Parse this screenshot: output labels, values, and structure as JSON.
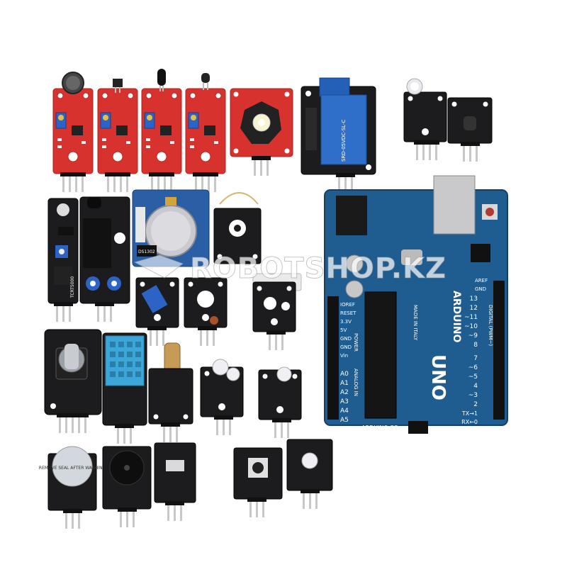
{
  "watermark": {
    "text": "ROBOTSHOP.KZ"
  },
  "colors": {
    "red_pcb": "#d8322e",
    "black_pcb": "#1c1c1e",
    "arduino_blue": "#1f5c8f",
    "pin_silver": "#bfbfbf",
    "trimmer_blue": "#2c63c4",
    "dht_blue": "#3da6d8"
  },
  "modules": {
    "relay": {
      "block_text": "SRD-05VDC-SL-C"
    },
    "buzzer": {
      "sticker_text": "REMOVE SEAL AFTER WASHING"
    },
    "rtc": {
      "chip_text": "DS1302"
    },
    "tracker": {
      "label": "TCRT5000"
    }
  },
  "arduino": {
    "brand": "ARDUINO",
    "model": "UNO",
    "url": "ARDUINO.CC",
    "made_in": "MADE IN ITALY",
    "tx_label": "TX",
    "rx_label": "RX",
    "aref": "AREF",
    "gnd": "GND",
    "digital_label": "DIGITAL (PWM~)",
    "power_label": "POWER",
    "analog_label": "ANALOG IN",
    "power_pins": [
      "IOREF",
      "RESET",
      "3.3V",
      "5V",
      "GND",
      "GND",
      "Vin"
    ],
    "analog_pins": [
      "A0",
      "A1",
      "A2",
      "A3",
      "A4",
      "A5"
    ],
    "digital_pins": [
      "13",
      "12",
      "~11",
      "~10",
      "~9",
      "8",
      "7",
      "~6",
      "~5",
      "4",
      "~3",
      "2",
      "TX→1",
      "RX←0"
    ]
  }
}
